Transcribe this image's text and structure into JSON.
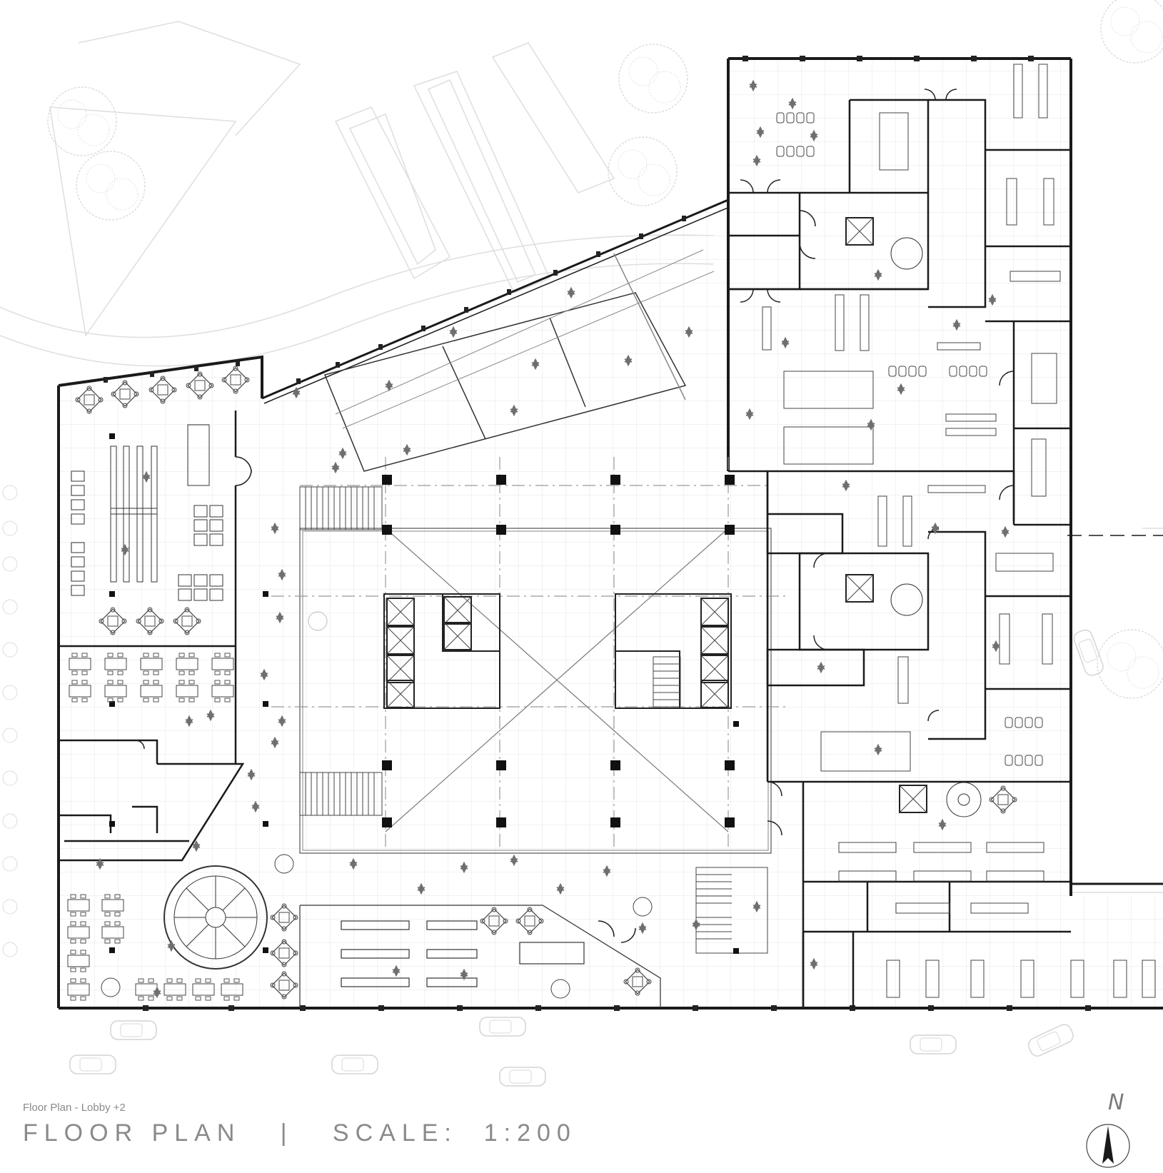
{
  "drawing": {
    "subtitle": "Floor Plan - Lobby +2",
    "title_left": "FLOOR PLAN",
    "separator": "|",
    "title_right": "SCALE:  1:200",
    "north_label": "N"
  },
  "colors": {
    "wall": "#1a1a1a",
    "line": "#555555",
    "faint": "#d6d6d6",
    "grid": "#e4e4e4",
    "figure": "#6f6f6f"
  }
}
